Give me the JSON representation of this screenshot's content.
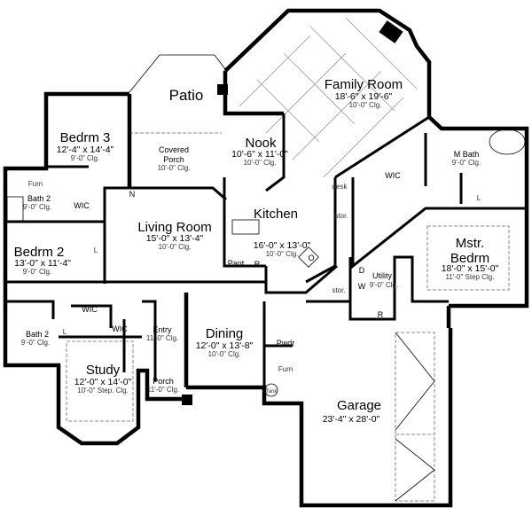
{
  "rooms": {
    "patio": {
      "label": "Patio"
    },
    "bedrm3": {
      "label": "Bedrm 3",
      "dims": "12'-4\" x 14'-4\"",
      "ceiling": "9'-0\" Clg."
    },
    "covered_porch": {
      "label_line1": "Covered",
      "label_line2": "Porch",
      "ceiling": "10'-0\" Clg."
    },
    "nook": {
      "label": "Nook",
      "dims": "10'-6\" x 11'-0\"",
      "ceiling": "10'-0\" Clg."
    },
    "family_room": {
      "label": "Family Room",
      "dims": "18'-6\" x 19'-6\"",
      "ceiling": "10'-0\" Clg."
    },
    "m_bath": {
      "label": "M Bath",
      "ceiling": "9'-0\" Clg."
    },
    "kitchen": {
      "label": "Kitchen",
      "dims": "16'-0\" x 13'-0\"",
      "ceiling": "10'-0\" Clg."
    },
    "living_room": {
      "label": "Living Room",
      "dims": "15'-0\" x 13'-4\"",
      "ceiling": "10'-0\" Clg."
    },
    "bath2_upper": {
      "label": "Bath 2",
      "ceiling": "9'-0\" Clg."
    },
    "bedrm2": {
      "label": "Bedrm 2",
      "dims": "13'-0\" x 11'-4\"",
      "ceiling": "9'-0\" Clg."
    },
    "mstr_bedrm": {
      "label_line1": "Mstr.",
      "label_line2": "Bedrm",
      "dims": "18'-0\" x 15'-0\"",
      "ceiling": "11'-0\" Step Clg."
    },
    "utility": {
      "label": "Utility",
      "ceiling": "9'-0\" Clg."
    },
    "bath2_lower": {
      "label": "Bath 2",
      "ceiling": "9'-0\" Clg."
    },
    "entry": {
      "label": "Entry",
      "ceiling": "11'-0\" Clg."
    },
    "dining": {
      "label": "Dining",
      "dims": "12'-0\" x 13'-8\"",
      "ceiling": "10'-0\" Clg."
    },
    "study": {
      "label": "Study",
      "dims": "12'-0\" x 14'-0\"",
      "ceiling": "10'-0\" Step. Clg."
    },
    "porch": {
      "label": "Porch",
      "ceiling": "11'-0\" Clg."
    },
    "pwdr": {
      "label": "Pwdr"
    },
    "garage": {
      "label": "Garage",
      "dims": "23'-4\" x 28'-0\""
    }
  },
  "fixtures": {
    "wic": "WIC",
    "furn": "Furn",
    "stor": "stor.",
    "desk": "desk",
    "pant": "Pant",
    "refrigerator": "R",
    "dryer": "D",
    "washer": "W",
    "oven": "O",
    "linen": "L",
    "north": "N",
    "tank": "Tank"
  }
}
